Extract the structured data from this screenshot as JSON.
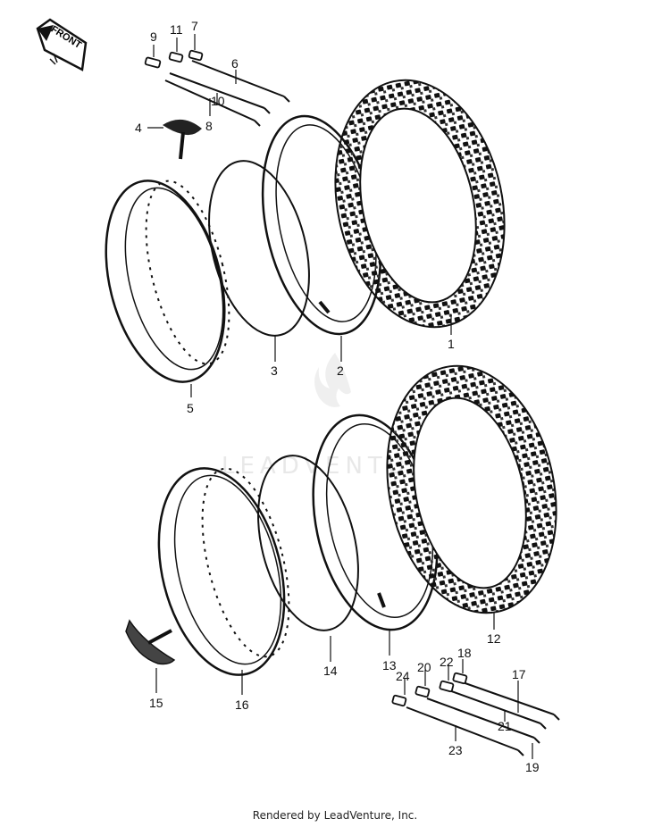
{
  "front_badge": {
    "label": "FRONT"
  },
  "watermark": {
    "text": "LEADVENTURE"
  },
  "callouts": {
    "c1": "1",
    "c2": "2",
    "c3": "3",
    "c4": "4",
    "c5": "5",
    "c6": "6",
    "c7": "7",
    "c8": "8",
    "c9": "9",
    "c10": "10",
    "c11": "11",
    "c12": "12",
    "c13": "13",
    "c14": "14",
    "c15": "15",
    "c16": "16",
    "c17": "17",
    "c18": "18",
    "c19": "19",
    "c20": "20",
    "c21": "21",
    "c22": "22",
    "c23": "23",
    "c24": "24"
  },
  "footer": {
    "text": "Rendered by LeadVenture, Inc."
  }
}
